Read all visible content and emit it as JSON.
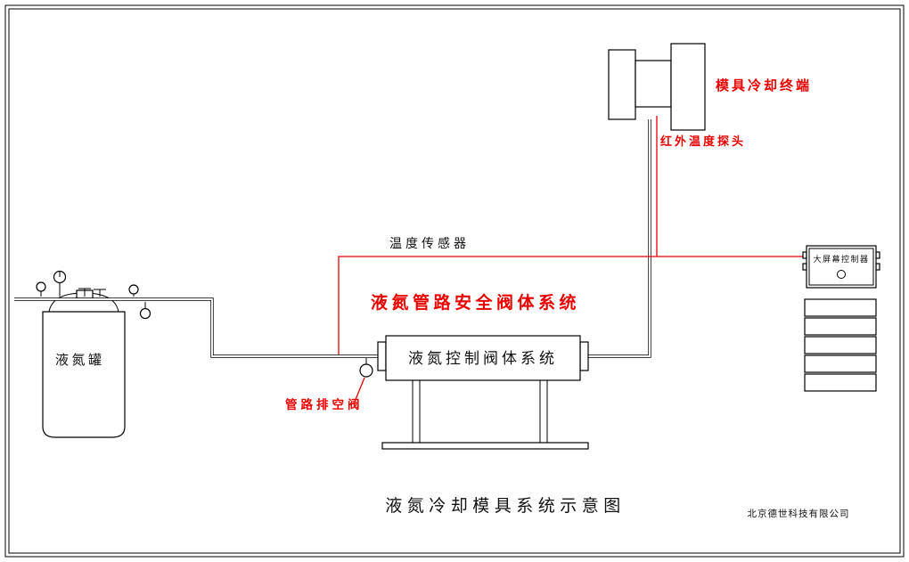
{
  "diagram": {
    "title": "液氮冷却模具系统示意图",
    "company": "北京德世科技有限公司",
    "colors": {
      "line": "#000000",
      "annotation_red": "#e80000",
      "background": "#ffffff"
    },
    "labels": {
      "mold_cooling_terminal": "模具冷却终端",
      "infrared_temp_probe": "红外温度探头",
      "temperature_sensor": "温度传感器",
      "ln2_pipeline_safety_valve_system": "液氮管路安全阀体系统",
      "ln2_control_valve_system": "液氮控制阀体系统",
      "ln2_tank": "液氮罐",
      "pipeline_vent_valve": "管路排空阀",
      "screen_controller": "大屏幕控制器"
    }
  }
}
